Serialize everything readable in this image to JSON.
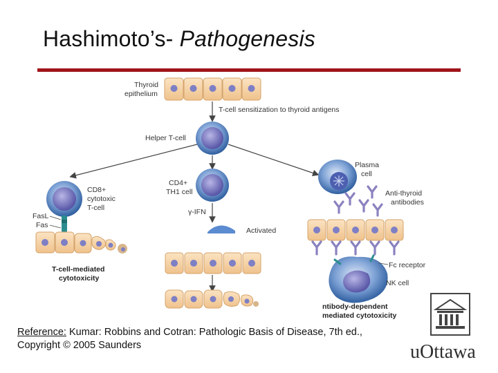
{
  "slide": {
    "title_regular": "Hashimoto’s- ",
    "title_italic": "Pathogenesis",
    "reference_label": "Reference:",
    "reference_text": " Kumar: Robbins and Cotran: Pathologic Basis of Disease, 7th ed.,",
    "copyright": "Copyright © 2005 Saunders"
  },
  "diagram": {
    "thyroid_epithelium": [
      "Thyroid",
      "epithelium"
    ],
    "sensitization": "T-cell sensitization to thyroid antigens",
    "helper_t_cell": "Helper T-cell",
    "cd4_th1": [
      "CD4+",
      "TH1 cell"
    ],
    "ifn": "γ-IFN",
    "activated": "Activated",
    "cd8": [
      "CD8+",
      "cytotoxic",
      "T-cell"
    ],
    "fasl": "FasL",
    "fas": "Fas",
    "tcell_mediated": [
      "T-cell-mediated",
      "cytotoxicity"
    ],
    "plasma_cell": [
      "Plasma",
      "cell"
    ],
    "anti_thyroid": [
      "Anti-thyroid",
      "antibodies"
    ],
    "fc_receptor": "Fc receptor",
    "nk_cell": "NK cell",
    "antibody_dependent": [
      "ntibody-dependent",
      "mediated cytotoxicity"
    ]
  },
  "logo": {
    "text": "uOttawa"
  },
  "colors": {
    "rule": "#a0141b",
    "epithelial_cell": "#f4cfa0",
    "nucleus": "#7e7fc4",
    "lymphocyte": "#3d6fb4",
    "antibody": "#8a82bf"
  }
}
